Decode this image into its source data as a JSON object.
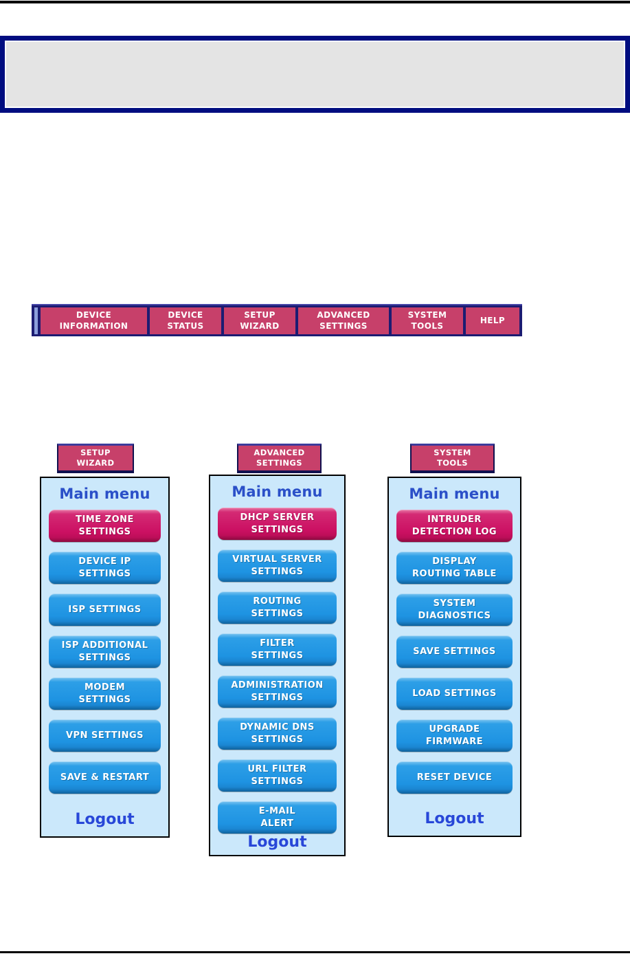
{
  "navbar": {
    "tabs": [
      {
        "label": "DEVICE\nINFORMATION"
      },
      {
        "label": "DEVICE\nSTATUS"
      },
      {
        "label": "SETUP\nWIZARD"
      },
      {
        "label": "ADVANCED\nSETTINGS"
      },
      {
        "label": "SYSTEM\nTOOLS"
      },
      {
        "label": "HELP"
      }
    ]
  },
  "panels": [
    {
      "header": "SETUP\nWIZARD",
      "main_menu_label": "Main menu",
      "logout_label": "Logout",
      "buttons": [
        {
          "label": "TIME ZONE\nSETTINGS",
          "active": true
        },
        {
          "label": "DEVICE IP\nSETTINGS",
          "active": false
        },
        {
          "label": "ISP SETTINGS",
          "active": false
        },
        {
          "label": "ISP ADDITIONAL\nSETTINGS",
          "active": false
        },
        {
          "label": "MODEM\nSETTINGS",
          "active": false
        },
        {
          "label": "VPN SETTINGS",
          "active": false
        },
        {
          "label": "SAVE & RESTART",
          "active": false
        }
      ]
    },
    {
      "header": "ADVANCED\nSETTINGS",
      "main_menu_label": "Main menu",
      "logout_label": "Logout",
      "buttons": [
        {
          "label": "DHCP SERVER\nSETTINGS",
          "active": true
        },
        {
          "label": "VIRTUAL SERVER\nSETTINGS",
          "active": false
        },
        {
          "label": "ROUTING\nSETTINGS",
          "active": false
        },
        {
          "label": "FILTER\nSETTINGS",
          "active": false
        },
        {
          "label": "ADMINISTRATION\nSETTINGS",
          "active": false
        },
        {
          "label": "DYNAMIC DNS\nSETTINGS",
          "active": false
        },
        {
          "label": "URL FILTER\nSETTINGS",
          "active": false
        },
        {
          "label": "E-MAIL\nALERT",
          "active": false
        }
      ]
    },
    {
      "header": "SYSTEM\nTOOLS",
      "main_menu_label": "Main menu",
      "logout_label": "Logout",
      "buttons": [
        {
          "label": "INTRUDER\nDETECTION LOG",
          "active": true
        },
        {
          "label": "DISPLAY\nROUTING TABLE",
          "active": false
        },
        {
          "label": "SYSTEM\nDIAGNOSTICS",
          "active": false
        },
        {
          "label": "SAVE SETTINGS",
          "active": false
        },
        {
          "label": "LOAD SETTINGS",
          "active": false
        },
        {
          "label": "UPGRADE\nFIRMWARE",
          "active": false
        },
        {
          "label": "RESET DEVICE",
          "active": false
        }
      ]
    }
  ],
  "colors": {
    "navy": "#1c1c72",
    "notice_border_navy": "#000d80",
    "notice_bg_gray": "#e4e4e4",
    "tab_crimson": "#c7406a",
    "button_crimson": "#cb1062",
    "button_blue": "#1e93e2",
    "panel_bg": "#cbe8fb",
    "menu_text_blue": "#2b50c8",
    "logout_blue": "#2847d8"
  }
}
